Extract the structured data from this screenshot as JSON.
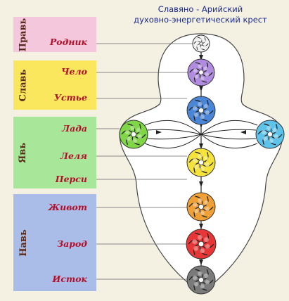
{
  "title": {
    "line1": "Славяно - Арийский",
    "line2": "духовно-энергетический крест"
  },
  "bands": [
    {
      "name": "Правь",
      "color": "#f5c7dc"
    },
    {
      "name": "Славь",
      "color": "#fbe75e"
    },
    {
      "name": "Явь",
      "color": "#a8e79a"
    },
    {
      "name": "Навь",
      "color": "#a9bde8"
    }
  ],
  "centers": [
    {
      "label": "Родник",
      "band": "Правь",
      "color": "#f2f2f2"
    },
    {
      "label": "Чело",
      "band": "Славь",
      "color": "#b08be0"
    },
    {
      "label": "Устье",
      "band": "Славь",
      "color": "#4a86d8"
    },
    {
      "label": "Лада",
      "band": "Явь",
      "color": "#7fd646"
    },
    {
      "label": "Леля",
      "band": "Явь",
      "color": "#5ec3ea"
    },
    {
      "label": "Перси",
      "band": "Явь",
      "color": "#f5e23a"
    },
    {
      "label": "Живот",
      "band": "Навь",
      "color": "#f0a035"
    },
    {
      "label": "Зарод",
      "band": "Навь",
      "color": "#e83535"
    },
    {
      "label": "Исток",
      "band": "Навь",
      "color": "#7a7a7a"
    }
  ],
  "colors": {
    "background": "#f4f0e2",
    "body_fill": "#ffffff",
    "body_stroke": "#444444",
    "label_text": "#b0102a",
    "band_text": "#5a2a1a",
    "title_text": "#1a2a8a"
  }
}
